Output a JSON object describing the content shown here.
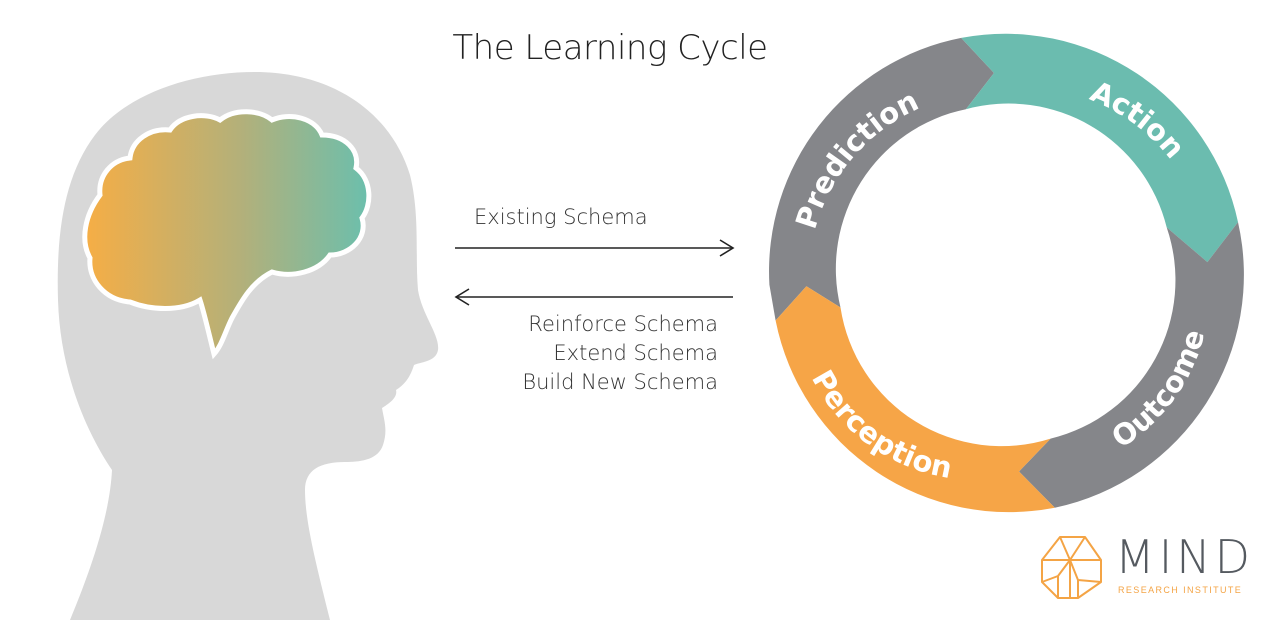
{
  "title": "The Learning Cycle",
  "arrows": {
    "forward_label": "Existing Schema",
    "back_labels": [
      "Reinforce Schema",
      "Extend Schema",
      "Build New Schema"
    ]
  },
  "cycle": {
    "stages": [
      {
        "label": "Action",
        "color": "#6bbcaf"
      },
      {
        "label": "Outcome",
        "color": "#85868a"
      },
      {
        "label": "Perception",
        "color": "#f6a547"
      },
      {
        "label": "Prediction",
        "color": "#85868a"
      }
    ]
  },
  "head": {
    "silhouette_color": "#d8d8d8",
    "brain_gradient": [
      "#f6ae45",
      "#b3b07a",
      "#6bbfad"
    ]
  },
  "brand": {
    "name": "MIND",
    "subtitle": "RESEARCH INSTITUTE",
    "accent": "#f4a445"
  }
}
